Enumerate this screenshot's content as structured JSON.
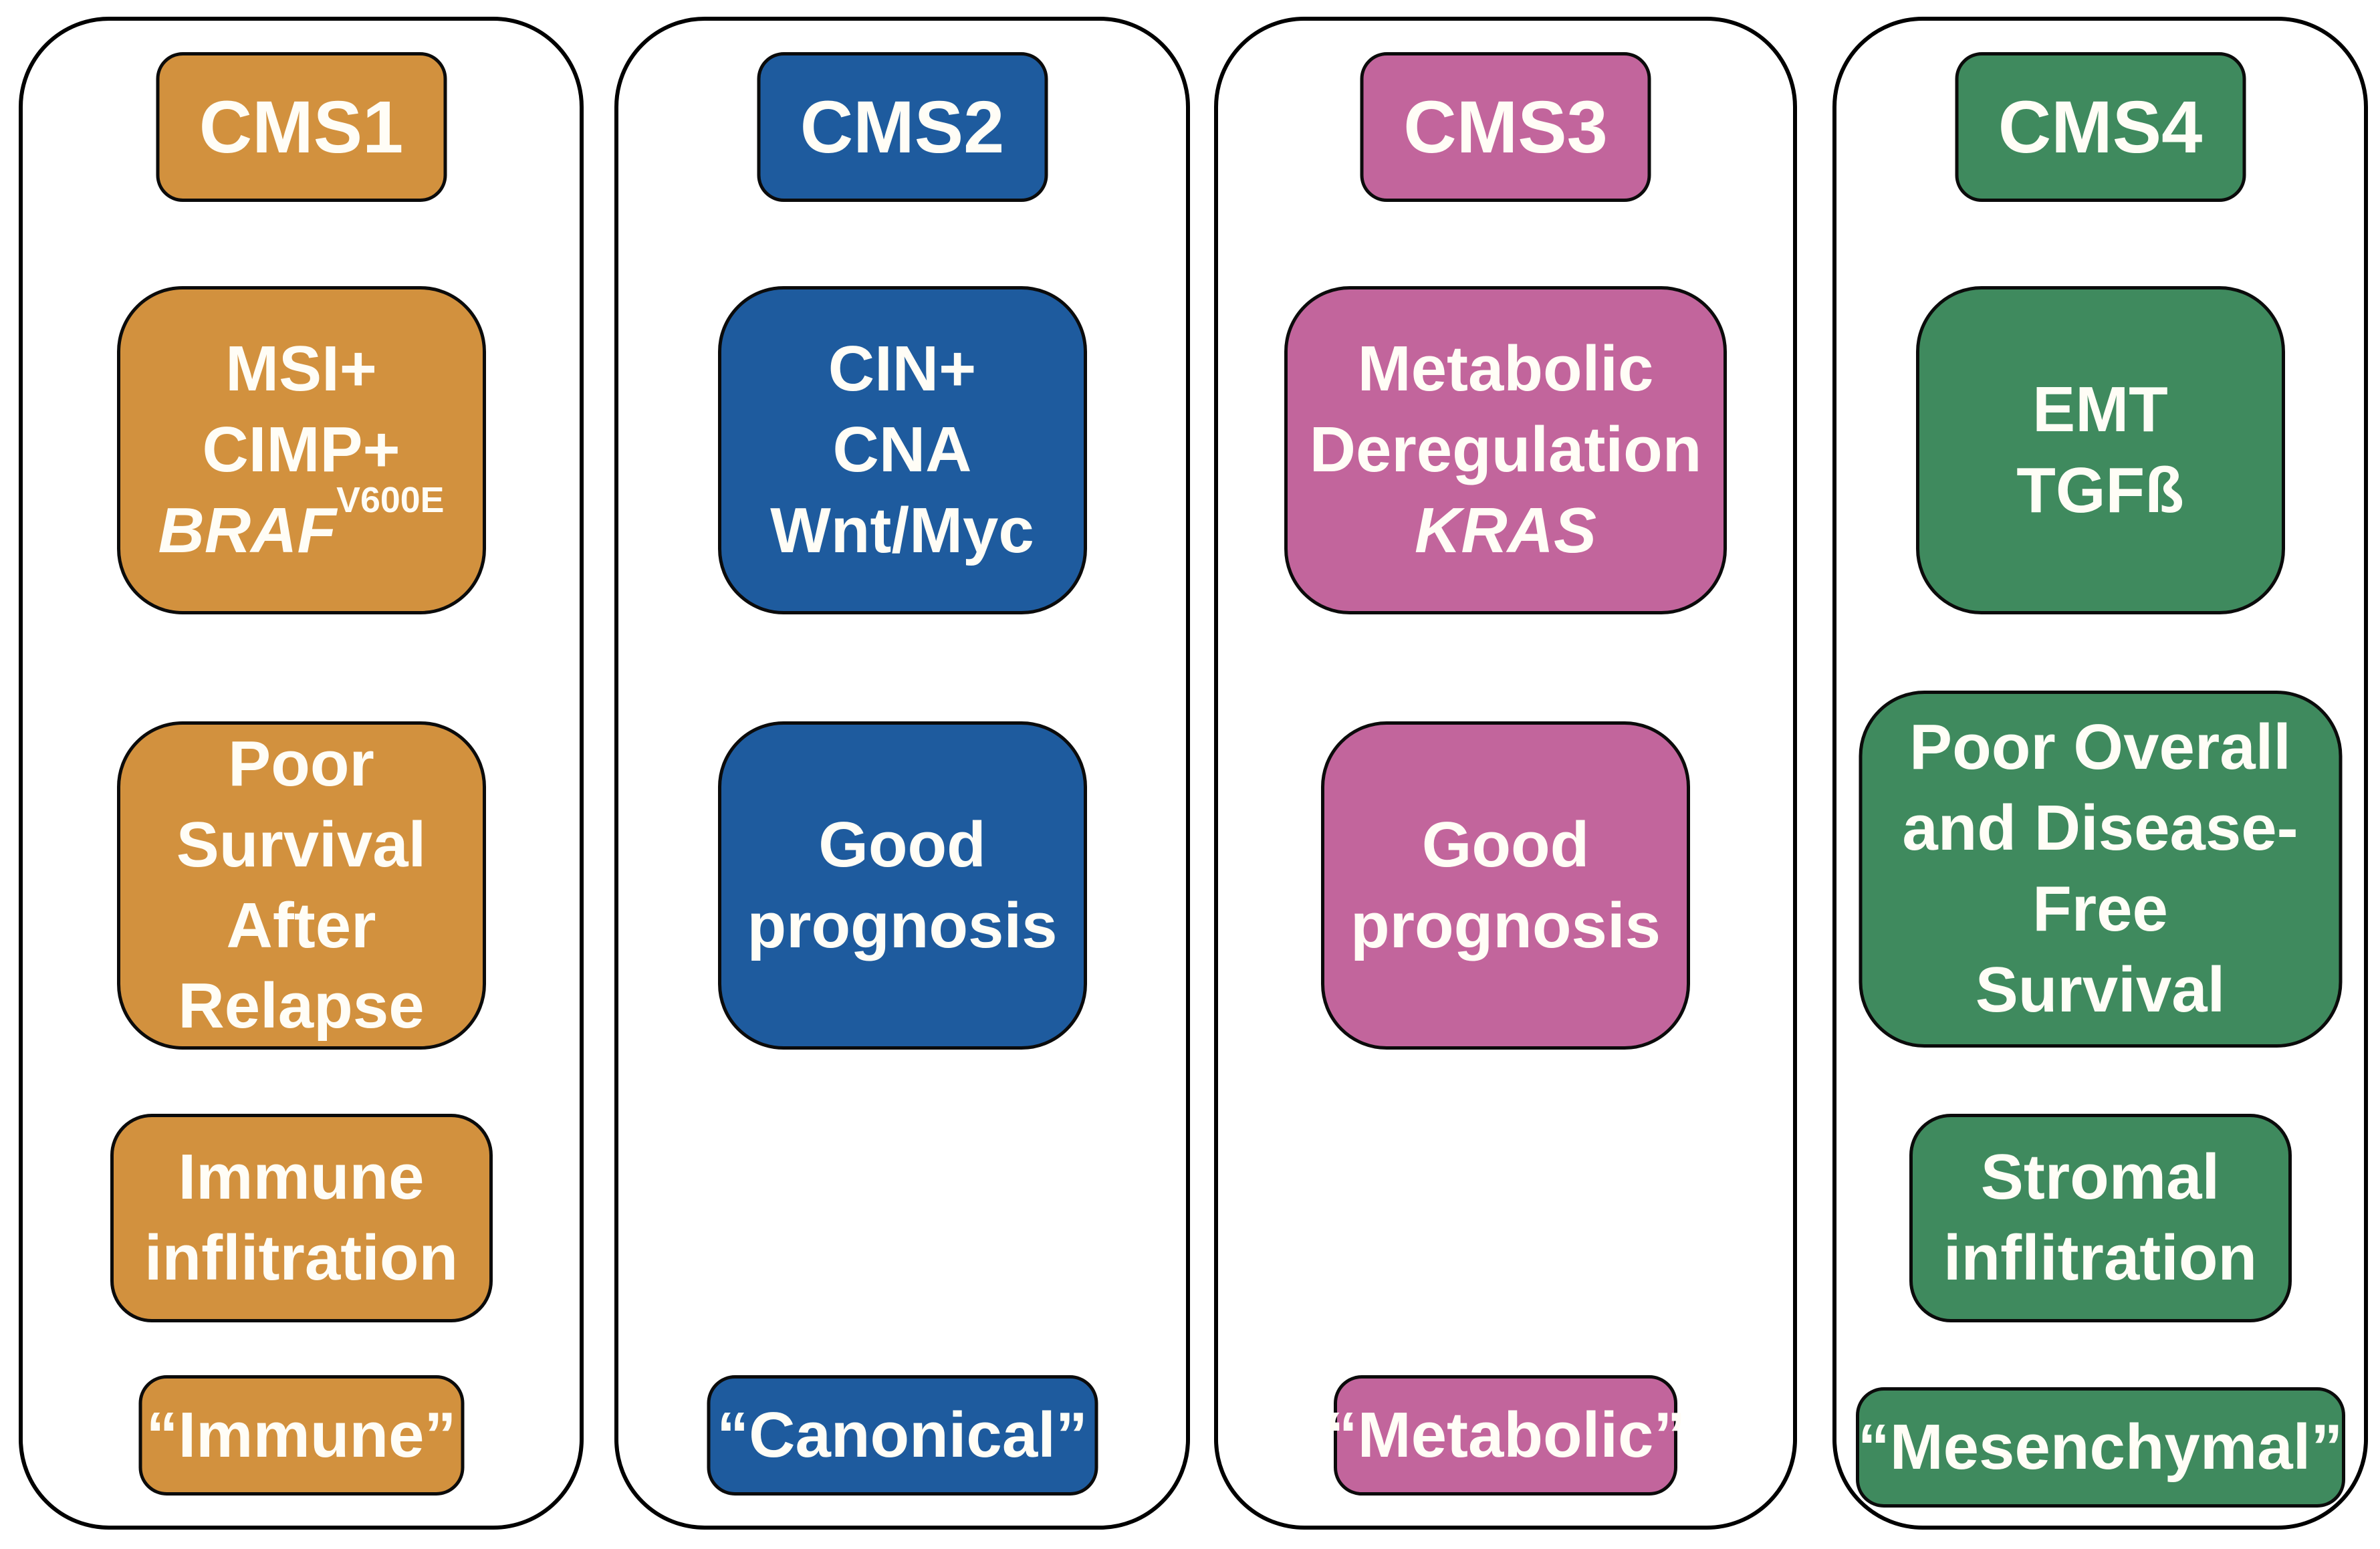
{
  "ui": {
    "background_color": "#FFFFFF",
    "container_border_color": "#000000",
    "text_color": "#FFFDF6"
  },
  "columns": [
    {
      "id": "CMS1",
      "color": "#D2913E",
      "header": "CMS1",
      "features": {
        "lines": [
          "MSI+",
          "CIMP+"
        ],
        "gene": "BRAF",
        "gene_sup": "V600E"
      },
      "prognosis": {
        "lines": [
          "Poor",
          "Survival",
          "After",
          "Relapse"
        ]
      },
      "infiltration": {
        "lines": [
          "Immune",
          "inflitration"
        ]
      },
      "label": "“Immune”"
    },
    {
      "id": "CMS2",
      "color": "#1E5B9E",
      "header": "CMS2",
      "features": {
        "lines": [
          "CIN+",
          "CNA",
          "Wnt/Myc"
        ]
      },
      "prognosis": {
        "lines": [
          "Good",
          "prognosis"
        ]
      },
      "label": "“Canonical”"
    },
    {
      "id": "CMS3",
      "color": "#C2659C",
      "header": "CMS3",
      "features": {
        "lines": [
          "Metabolic",
          "Deregulation"
        ],
        "gene": "KRAS"
      },
      "prognosis": {
        "lines": [
          "Good",
          "prognosis"
        ]
      },
      "label": "“Metabolic”"
    },
    {
      "id": "CMS4",
      "color": "#3F8A5E",
      "header": "CMS4",
      "features": {
        "lines": [
          "EMT",
          "TGFß"
        ]
      },
      "prognosis": {
        "lines": [
          "Poor Overall",
          "and Disease-",
          "Free",
          "Survival"
        ]
      },
      "infiltration": {
        "lines": [
          "Stromal",
          "inflitration"
        ]
      },
      "label": "“Mesenchymal”"
    }
  ]
}
